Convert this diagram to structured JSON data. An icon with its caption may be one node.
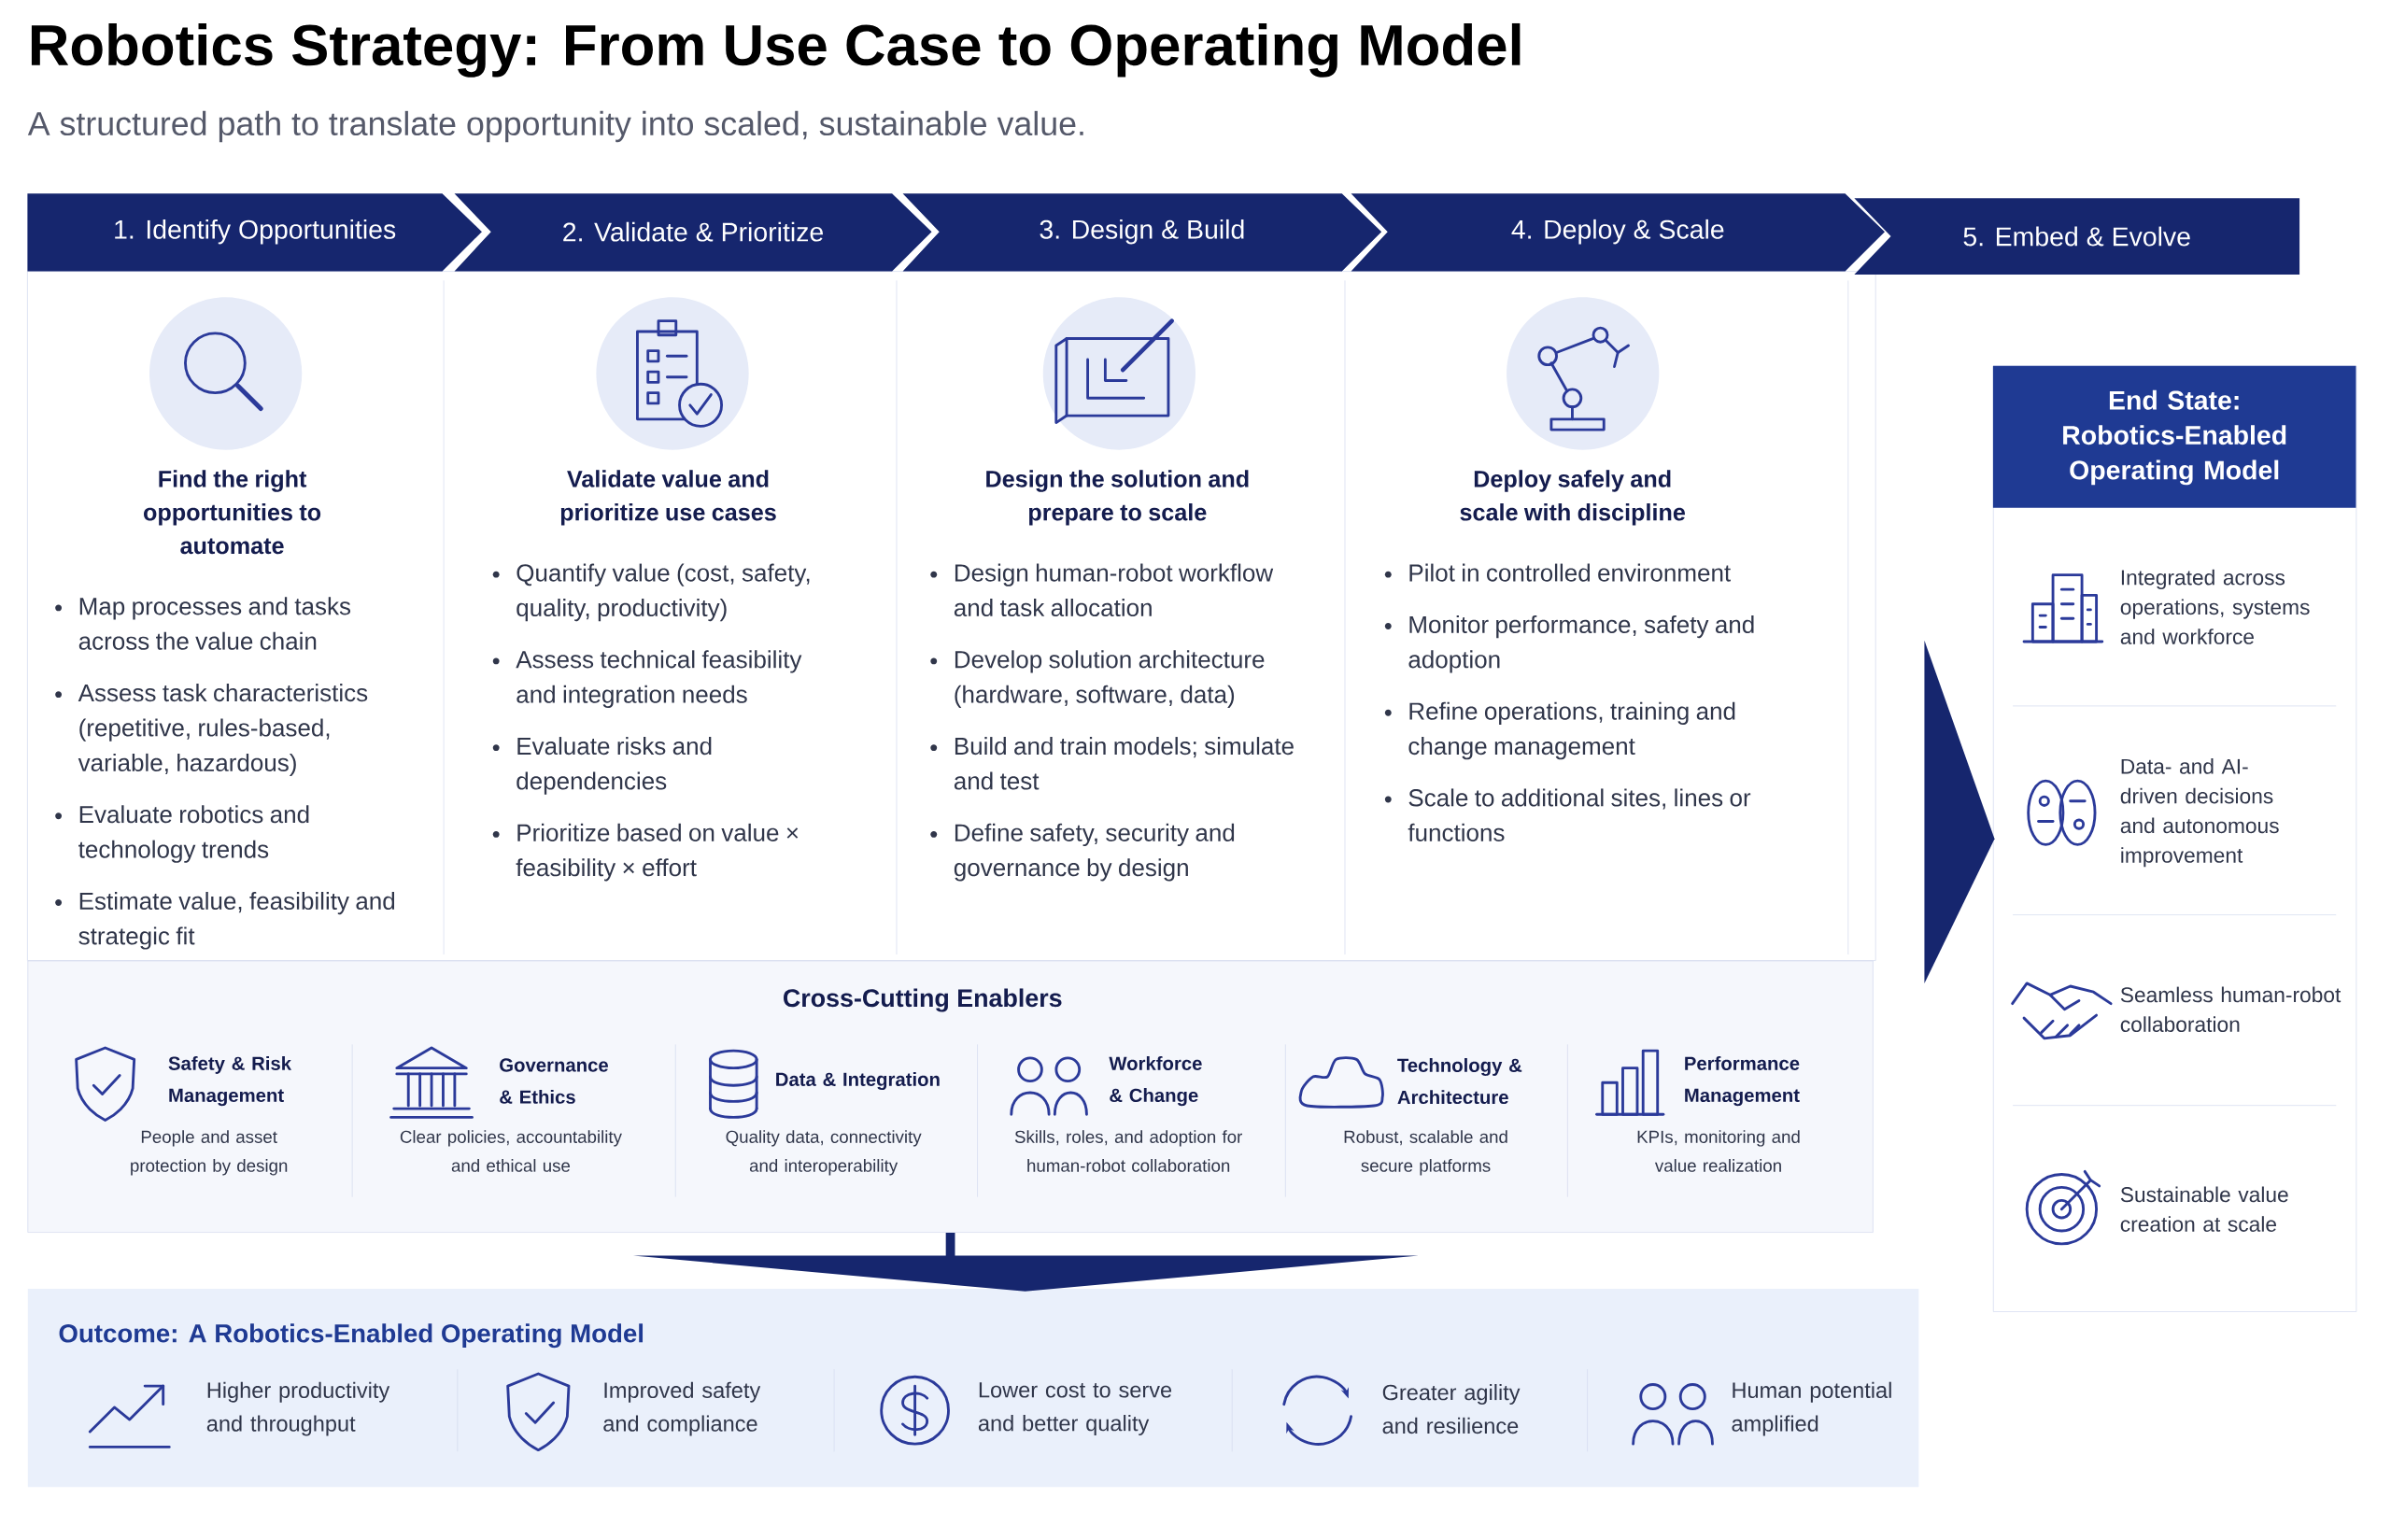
{
  "diagram": {
    "title": "Robotics Strategy: From Use Case to Operating Model",
    "nodes": [
      {
        "text": [
          "1. Identify Opportunities"
        ]
      },
      {
        "text": [
          "2. Validate & Prioritize"
        ]
      },
      {
        "text": [
          "3. Design & Build"
        ]
      },
      {
        "text": [
          "4. Deploy & Scale"
        ]
      },
      {
        "text": [
          "5. Embed & Evolve"
        ]
      },
      {
        "text": [
          "Find the right opportunities to automate",
          "Map processes and tasks across the value chain",
          "Assess task characteristics (repetitive, rules-based, variable, hazardous)",
          "Evaluate robotics and technology trends",
          "Estimate value, feasibility and strategic fit"
        ]
      },
      {
        "text": [
          "Validate value and prioritize use cases",
          "Quantify value (cost, safety, quality, productivity)",
          "Assess technical feasibility and integration needs",
          "Evaluate risks and dependencies",
          "Prioritize based on value × feasibility × effort"
        ]
      },
      {
        "text": [
          "Design the solution and prepare to scale",
          "Design human-robot workflow and task allocation",
          "Develop solution architecture (hardware, software, data)",
          "Build and train models; simulate and test",
          "Define safety, security and governance by design"
        ]
      },
      {
        "text": [
          "Deploy safely and scale with discipline",
          "Pilot in controlled environment",
          "Monitor performance, safety and adoption",
          "Refine operations, training and change management",
          "Scale to additional sites, lines or functions"
        ]
      },
      {
        "text": [
          "End State: Robotics-Enabled Operating Model"
        ]
      },
      {
        "text": [
          "Integrated across operations, systems and workforce"
        ],
        "in": 9
      },
      {
        "text": [
          "Data- and AI-driven decisions and autonomous improvement"
        ],
        "in": 9
      },
      {
        "text": [
          "Seamless human-robot collaboration"
        ],
        "in": 9
      },
      {
        "text": [
          "Sustainable value creation at scale"
        ],
        "in": 9
      },
      {
        "text": [
          "Cross-Cutting Enablers"
        ]
      },
      {
        "text": [
          "Safety & Risk Management",
          "People and asset protection by design"
        ],
        "in": 14
      },
      {
        "text": [
          "Governance & Ethics",
          "Clear policies, accountability and ethical use"
        ],
        "in": 14
      },
      {
        "text": [
          "Data & Integration",
          "Quality data, connectivity and interoperability"
        ],
        "in": 14
      },
      {
        "text": [
          "Workforce & Change",
          "Skills, roles, and adoption for human-robot collaboration"
        ],
        "in": 14
      },
      {
        "text": [
          "Technology & Architecture",
          "Robust, scalable and secure platforms"
        ],
        "in": 14
      },
      {
        "text": [
          "Performance Management",
          "KPIs, monitoring and value realization"
        ],
        "in": 14
      },
      {
        "text": [
          "Outcome: A Robotics-Enabled Operating Model"
        ]
      },
      {
        "text": [
          "Higher productivity and throughput"
        ],
        "in": 21
      },
      {
        "text": [
          "Improved safety and compliance"
        ],
        "in": 21
      },
      {
        "text": [
          "Lower cost to serve and better quality"
        ],
        "in": 21
      },
      {
        "text": [
          "Greater agility and resilience"
        ],
        "in": 21
      },
      {
        "text": [
          "Human potential amplified"
        ],
        "in": 21
      }
    ],
    "edges": [
      {
        "from": null,
        "to": 9,
        "arrow": "to"
      },
      {
        "from": 14,
        "to": 21,
        "arrow": "to"
      }
    ],
    "labels": [
      "A structured path to translate opportunity into scaled, sustainable value."
    ]
  }
}
